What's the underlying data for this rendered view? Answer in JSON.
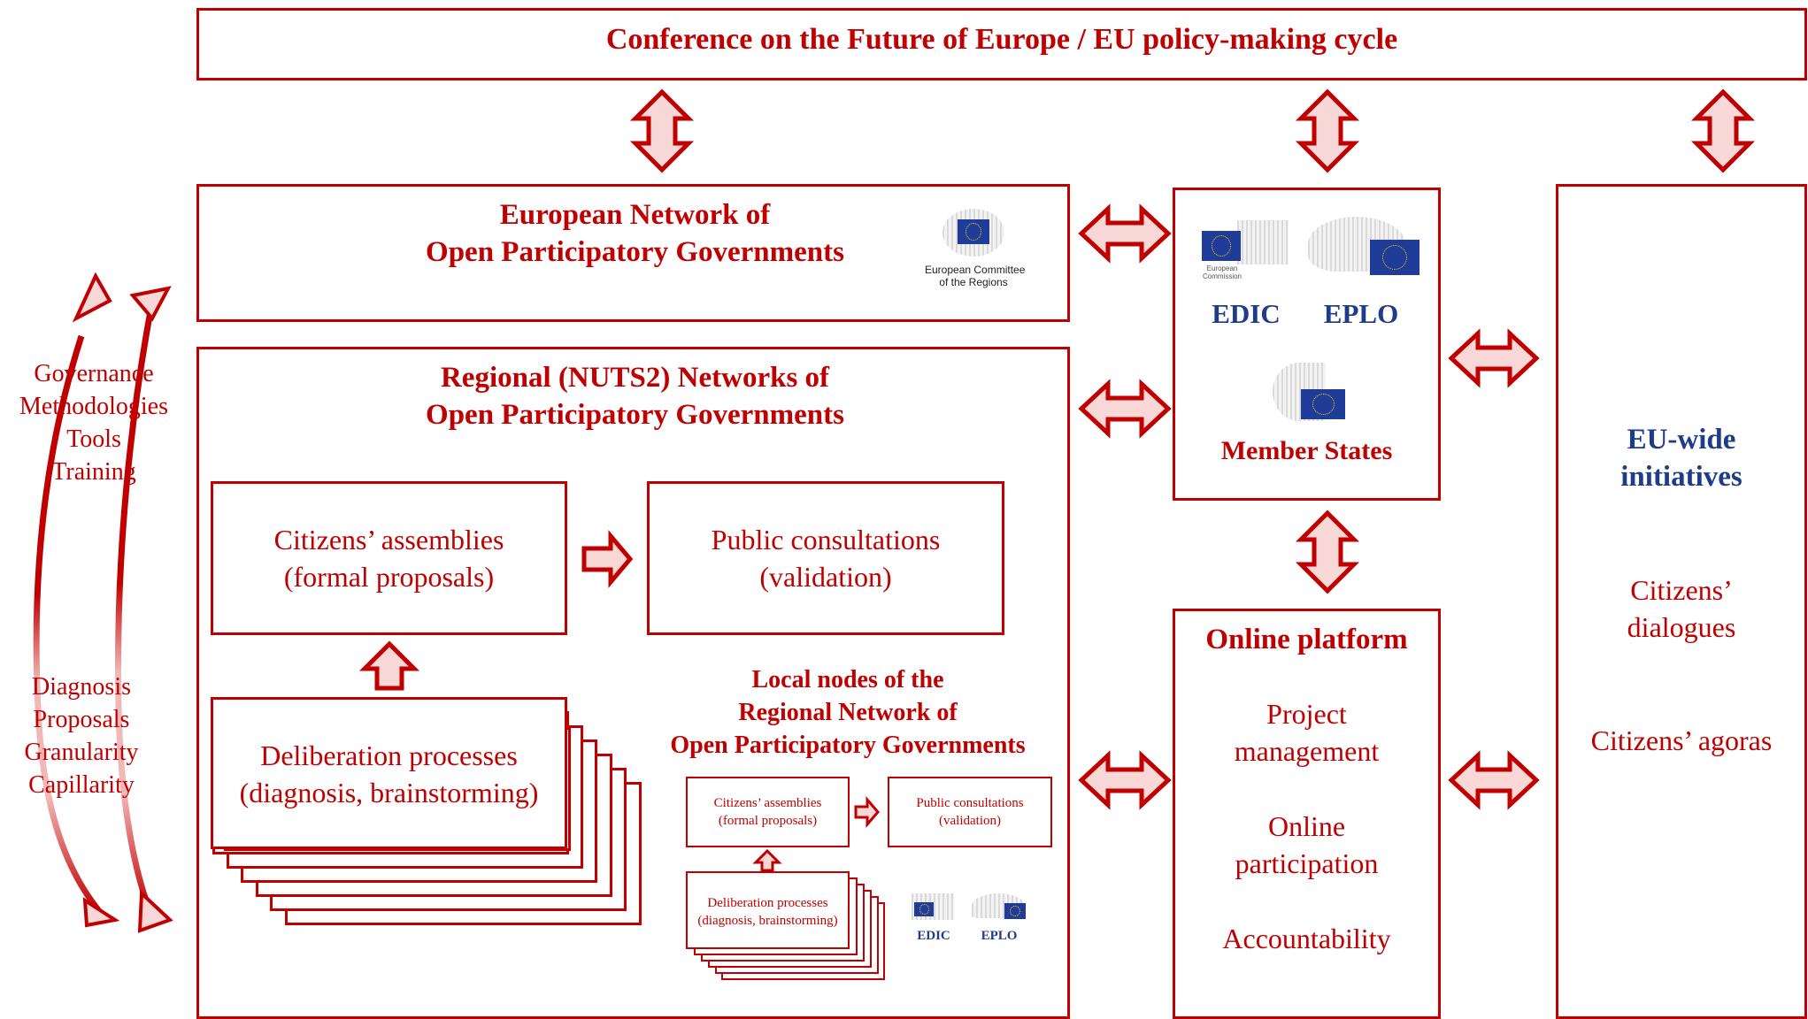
{
  "top": {
    "title": "Conference on the Future of Europe / EU policy-making cycle"
  },
  "european_network": {
    "title_line1": "European Network of",
    "title_line2": "Open Participatory Governments",
    "logo_line1": "European Committee",
    "logo_line2": "of the Regions"
  },
  "regional_network": {
    "title_line1": "Regional (NUTS2) Networks of",
    "title_line2": "Open Participatory Governments",
    "assemblies_line1": "Citizens’ assemblies",
    "assemblies_line2": "(formal proposals)",
    "consultations_line1": "Public consultations",
    "consultations_line2": "(validation)",
    "deliberation_line1": "Deliberation processes",
    "deliberation_line2": "(diagnosis, brainstorming)"
  },
  "local_nodes": {
    "title_line1": "Local nodes of the",
    "title_line2": "Regional Network of",
    "title_line3": "Open Participatory Governments",
    "assemblies_line1": "Citizens’ assemblies",
    "assemblies_line2": "(formal proposals)",
    "consultations_line1": "Public consultations",
    "consultations_line2": "(validation)",
    "deliberation_line1": "Deliberation processes",
    "deliberation_line2": "(diagnosis, brainstorming)",
    "edic": "EDIC",
    "eplo": "EPLO"
  },
  "institutions": {
    "edic": "EDIC",
    "eplo": "EPLO",
    "member_states": "Member States",
    "commission_caption": "European Commission"
  },
  "online_platform": {
    "title": "Online platform",
    "item1_line1": "Project",
    "item1_line2": "management",
    "item2_line1": "Online",
    "item2_line2": "participation",
    "item3": "Accountability"
  },
  "eu_wide": {
    "title_line1": "EU-wide",
    "title_line2": "initiatives",
    "item1_line1": "Citizens’",
    "item1_line2": "dialogues",
    "item2": "Citizens’ agoras"
  },
  "left_labels": {
    "top": [
      "Governance",
      "Methodologies",
      "Tools",
      "Training"
    ],
    "bottom": [
      "Diagnosis",
      "Proposals",
      "Granularity",
      "Capillarity"
    ]
  },
  "colors": {
    "accent": "#c00000",
    "arrow_fill": "#f8d7d7",
    "navy": "#1f3c88",
    "flag": "#1f3c99"
  }
}
